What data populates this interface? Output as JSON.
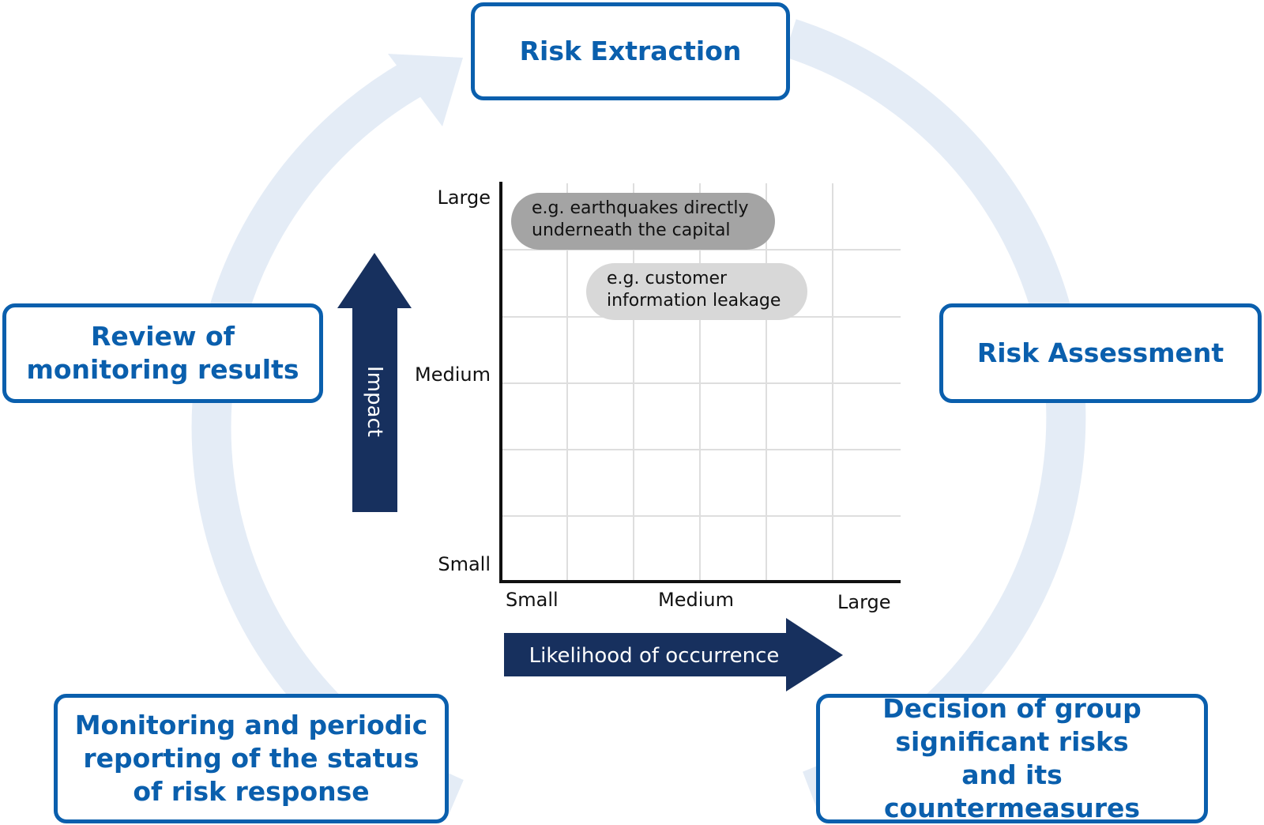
{
  "cycle": {
    "steps": {
      "extraction": "Risk Extraction",
      "assessment": "Risk Assessment",
      "decision": "Decision of group\nsignificant risks\nand its countermeasures",
      "monitoring": "Monitoring and periodic\nreporting of the status\nof risk response",
      "review": "Review of\nmonitoring results"
    },
    "ring_color": "#e4ecf6",
    "box_color": "#0a5fad"
  },
  "risk_map": {
    "y_axis_label": "Impact",
    "x_axis_label": "Likelihood of occurrence",
    "y_ticks": {
      "large": "Large",
      "medium": "Medium",
      "small": "Small"
    },
    "x_ticks": {
      "small": "Small",
      "medium": "Medium",
      "large": "Large"
    },
    "risks": {
      "earthquake": "e.g. earthquakes directly\nunderneath the capital",
      "leakage": "e.g. customer\ninformation leakage"
    },
    "arrow_color": "#17305e"
  }
}
